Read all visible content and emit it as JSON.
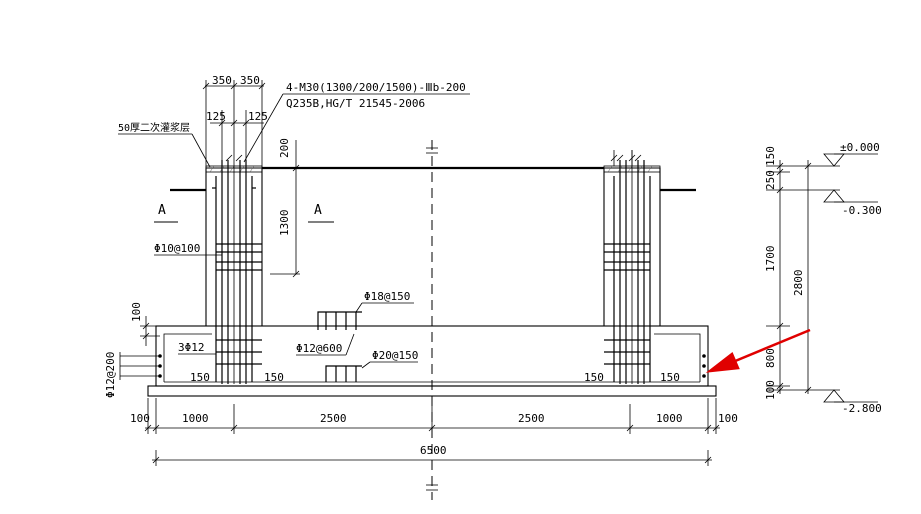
{
  "labels": {
    "bolt_spec": "4-M30(1300/200/1500)-Ⅲb-200",
    "steel_spec": "Q235B,HG/T 21545-2006",
    "grout_layer": "50厚二次灌浆层",
    "section_a_left": "A",
    "section_a_right": "A",
    "rebar_wall": "Φ10@100",
    "rebar_top_hook": "Φ18@150",
    "rebar_3": "3Φ12",
    "rebar_mid": "Φ12@600",
    "rebar_bottom": "Φ20@150",
    "rebar_side": "Φ12@200"
  },
  "dims": {
    "d350_a": "350",
    "d350_b": "350",
    "d125_a": "125",
    "d125_b": "125",
    "d200": "200",
    "d1300": "1300",
    "d100_side": "100",
    "d150_a": "150",
    "d150_b": "150",
    "d150_c": "150",
    "d150_d": "150",
    "b100_l": "100",
    "b1000_l": "1000",
    "b2500_l": "2500",
    "b2500_r": "2500",
    "b1000_r": "1000",
    "b100_r": "100",
    "b6500": "6500",
    "v150": "150",
    "v250": "250",
    "v1700": "1700",
    "v800": "800",
    "v100": "100",
    "v2800": "2800"
  },
  "levels": {
    "top": "±0.000",
    "ground": "-0.300",
    "bottom": "-2.800"
  },
  "colors": {
    "line": "#000000",
    "highlight_arrow": "#e00000"
  }
}
